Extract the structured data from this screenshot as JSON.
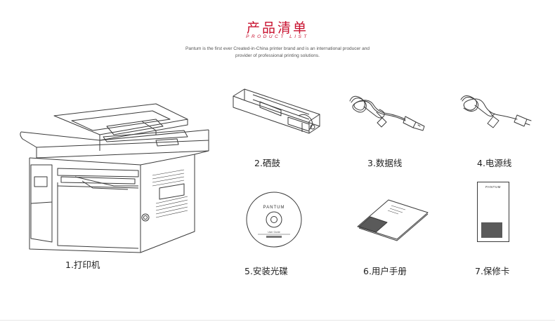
{
  "header": {
    "title": "产品清单",
    "subtitle": "PRODUCT LIST",
    "description_line1": "Pantum is the first ever Created-in-China printer brand and is an international producer and",
    "description_line2": "provider of professional printing solutions."
  },
  "items": [
    {
      "label": "1.打印机"
    },
    {
      "label": "2.硒鼓"
    },
    {
      "label": "3.数据线"
    },
    {
      "label": "4.电源线"
    },
    {
      "label": "5.安装光碟"
    },
    {
      "label": "6.用户手册"
    },
    {
      "label": "7.保修卡"
    }
  ],
  "disc": {
    "brand": "PANTUM",
    "small_text": "User Guide"
  },
  "warranty_card": {
    "brand": "PANTUM"
  },
  "colors": {
    "accent": "#c8102e",
    "line": "#3a3a3a"
  }
}
